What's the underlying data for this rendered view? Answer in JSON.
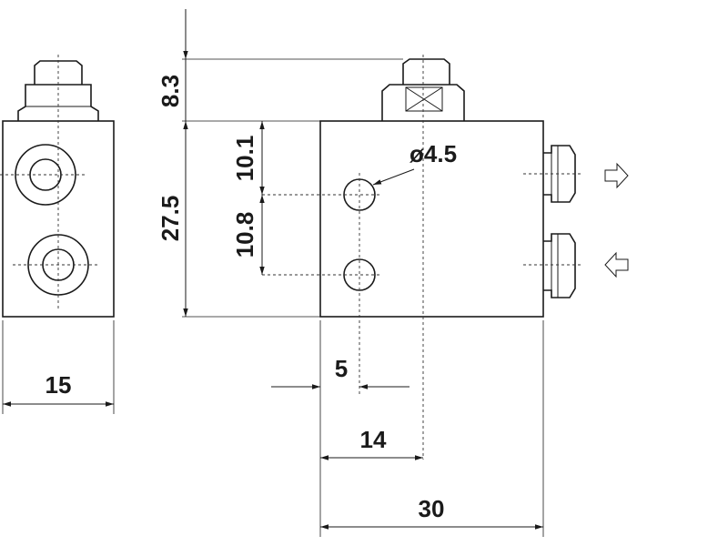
{
  "dimensions": {
    "height_top": "8.3",
    "height_body": "27.5",
    "port_offset_top": "10.1",
    "port_spacing": "10.8",
    "hole_diameter": "ø4.5",
    "side_width": "15",
    "hole_x": "5",
    "center_x": "14",
    "body_width": "30"
  },
  "colors": {
    "line": "#1a1a1a",
    "background": "#ffffff"
  },
  "icons": {
    "outlet": "arrow-right-outline",
    "inlet": "arrow-left-outline"
  }
}
